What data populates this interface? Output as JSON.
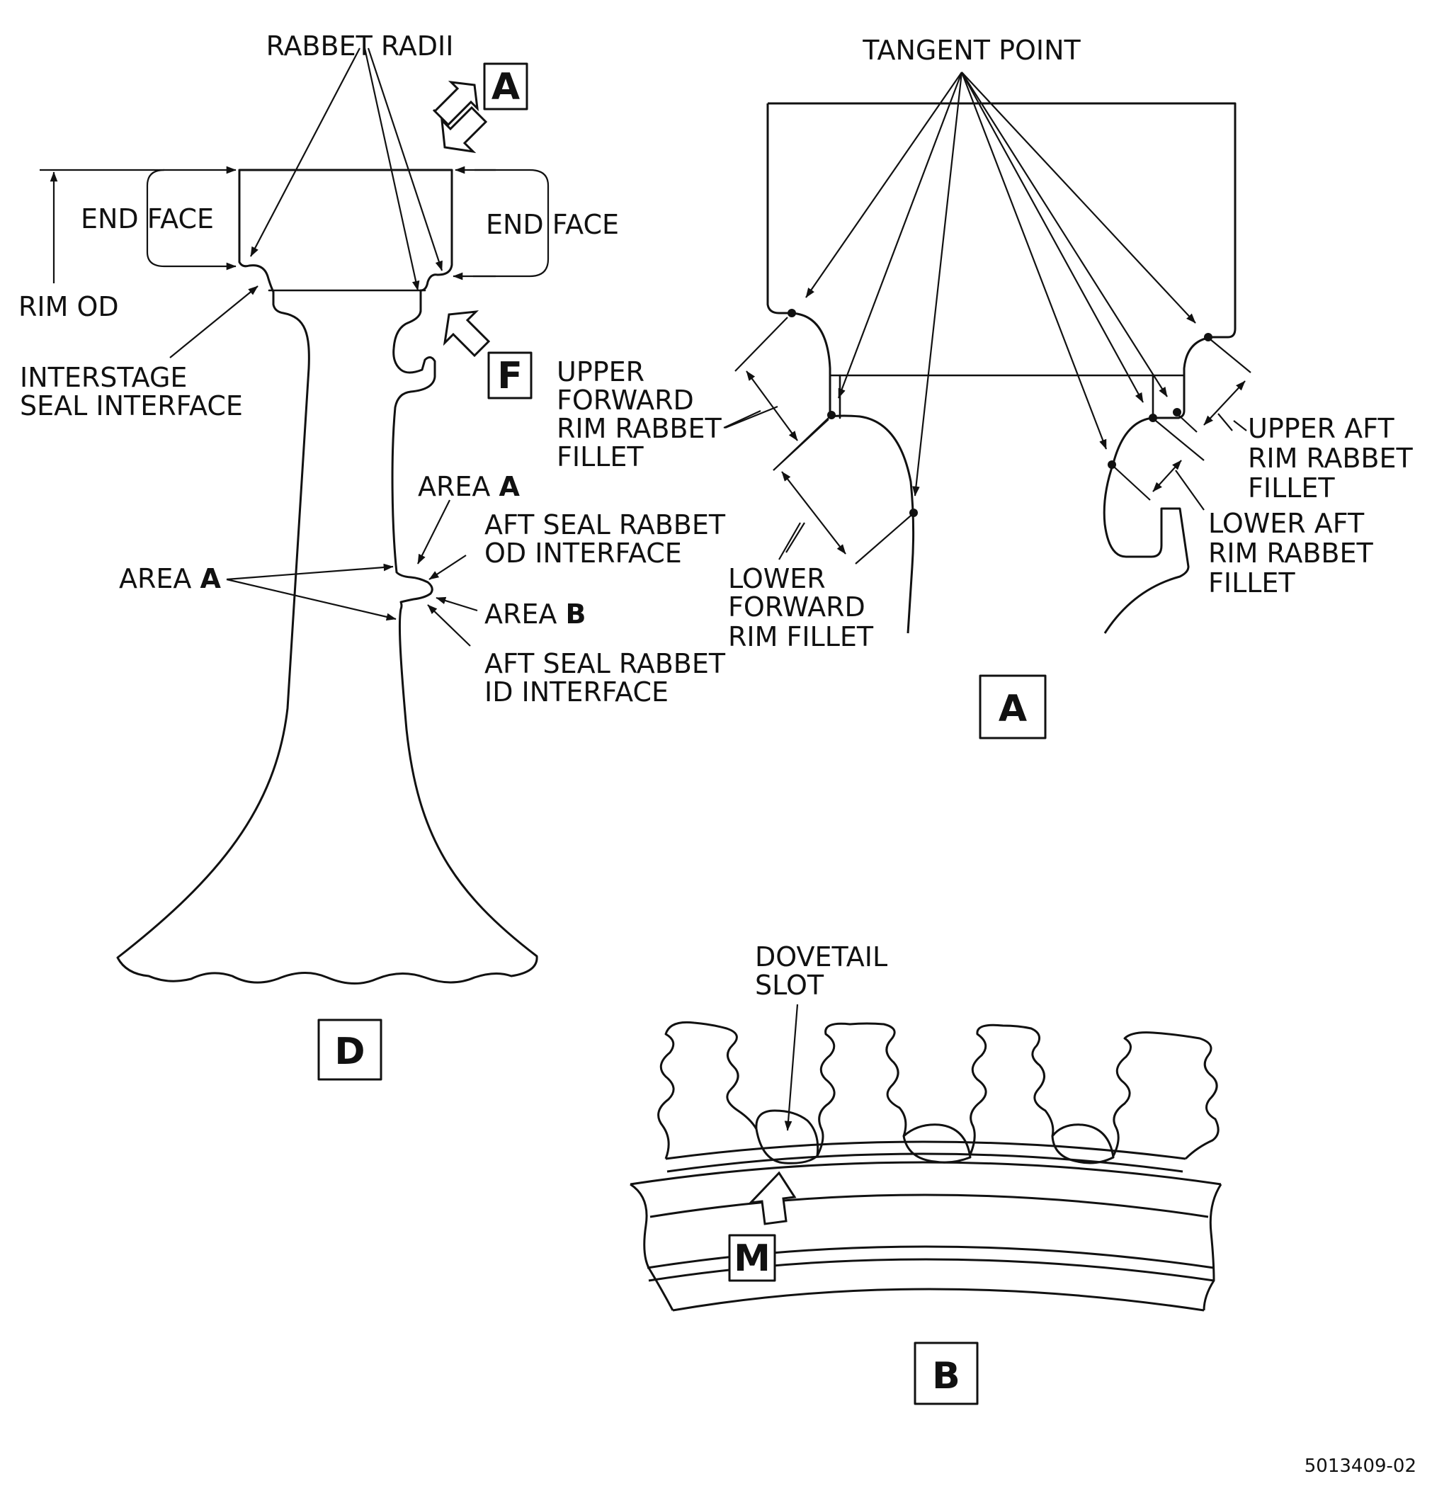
{
  "view_d": {
    "labels": {
      "rabbet_radii": "RABBET RADII",
      "end_face_left": "END FACE",
      "end_face_right": "END FACE",
      "rim_od": "RIM OD",
      "interstage_1": "INTERSTAGE",
      "interstage_2": "SEAL INTERFACE",
      "area_a_top": "AREA ",
      "area_a_top_bold": "A",
      "area_a_left": "AREA ",
      "area_a_left_bold": "A",
      "aft_od_1": "AFT SEAL RABBET",
      "aft_od_2": "OD INTERFACE",
      "area_b": "AREA ",
      "area_b_bold": "B",
      "aft_id_1": "AFT SEAL RABBET",
      "aft_id_2": "ID INTERFACE"
    },
    "view_arrow_a": "A",
    "view_arrow_f": "F",
    "view_label": "D"
  },
  "detail_a": {
    "labels": {
      "tangent_point": "TANGENT POINT",
      "ufr_1": "UPPER",
      "ufr_2": "FORWARD",
      "ufr_3": "RIM RABBET",
      "ufr_4": "FILLET",
      "lfr_1": "LOWER",
      "lfr_2": "FORWARD",
      "lfr_3": "RIM FILLET",
      "uar_1": "UPPER AFT",
      "uar_2": "RIM RABBET",
      "uar_3": "FILLET",
      "lar_1": "LOWER AFT",
      "lar_2": "RIM RABBET",
      "lar_3": "FILLET"
    },
    "view_label": "A"
  },
  "view_b": {
    "labels": {
      "dovetail_1": "DOVETAIL",
      "dovetail_2": "SLOT"
    },
    "view_arrow_m": "M",
    "view_label": "B"
  },
  "figure_number": "5013409-02"
}
